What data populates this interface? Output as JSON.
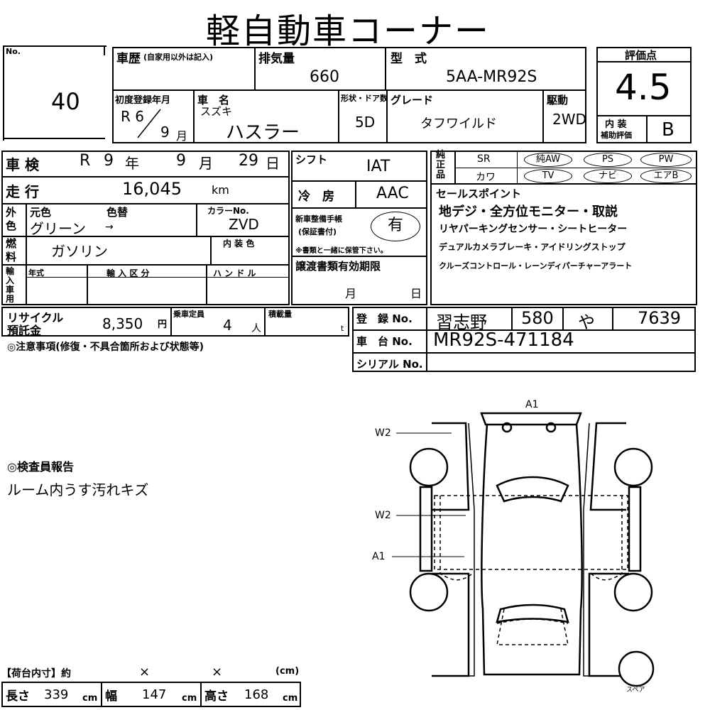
{
  "title": "軽自動車コーナー",
  "lot": {
    "no_label": "No.",
    "number": "40"
  },
  "history": {
    "label": "車歴",
    "note": "(自家用以外は記入)"
  },
  "displacement": {
    "label": "排気量",
    "value": "660"
  },
  "model_type": {
    "label": "型　式",
    "value": "5AA-MR92S"
  },
  "score": {
    "label": "評価点",
    "value": "4.5",
    "interior_label_1": "内 装",
    "interior_label_2": "補助評価",
    "interior_value": "B"
  },
  "first_reg": {
    "label": "初度登録年月",
    "era_year": "R 6",
    "month": "9",
    "month_unit": "月"
  },
  "car_name": {
    "label": "車　名",
    "maker": "スズキ",
    "model": "ハスラー"
  },
  "body": {
    "label": "形状・ドア数",
    "value": "5D"
  },
  "grade": {
    "label": "グレード",
    "value": "タフワイルド"
  },
  "drive": {
    "label": "駆動",
    "value": "2WD"
  },
  "inspection": {
    "label": "車 検",
    "era": "R",
    "year": "9",
    "year_unit": "年",
    "month": "9",
    "month_unit": "月",
    "day": "29",
    "day_unit": "日"
  },
  "mileage": {
    "label": "走 行",
    "value": "16,045",
    "unit": "km"
  },
  "color": {
    "outer_label": "外色",
    "original_label": "元色",
    "changed_label": "色替",
    "value": "グリーン",
    "arrow": "→",
    "code_label": "カラーNo.",
    "code": "ZVD"
  },
  "fuel": {
    "label": "燃料",
    "value": "ガソリン",
    "interior_color_label": "内 装 色"
  },
  "import": {
    "label": "輸入車用",
    "year_label": "年式",
    "category_label": "輸 入 区 分",
    "handle_label": "ハ ン ド ル"
  },
  "shift": {
    "label": "シフト",
    "value": "IAT"
  },
  "ac": {
    "label": "冷　房",
    "value": "AAC"
  },
  "manual": {
    "label_1": "新車整備手帳",
    "label_2": "(保証書付)",
    "value": "有",
    "note": "※書類と一緒に保管下さい。"
  },
  "transfer_docs": {
    "label": "譲渡書類有効期限",
    "month_unit": "月",
    "day_unit": "日"
  },
  "equipment": {
    "label": "純正品",
    "items": [
      "SR",
      "純AW",
      "PS",
      "PW",
      "カワ",
      "TV",
      "ナビ",
      "エアB"
    ]
  },
  "sales_points": {
    "label": "セールスポイント",
    "lines": [
      "地デジ・全方位モニター・取説",
      "リヤパーキングセンサー・シートヒーター",
      "デュアルカメラブレーキ・アイドリングストップ",
      "クルーズコントロール・レーンディパーチャーアラート"
    ]
  },
  "recycle": {
    "label_1": "リサイクル",
    "label_2": "預託金",
    "value": "8,350",
    "unit": "円"
  },
  "capacity": {
    "label": "乗車定員",
    "value": "4",
    "unit": "人"
  },
  "load": {
    "label": "積載量",
    "unit": "t"
  },
  "registration": {
    "label": "登　録 No.",
    "area": "習志野",
    "class": "580",
    "kana": "や",
    "number": "7639"
  },
  "chassis": {
    "label": "車　台 No.",
    "value": "MR92S-471184"
  },
  "serial": {
    "label": "シリアル No."
  },
  "notes_label": "◎注意事項(修復・不具合箇所および状態等)",
  "inspector": {
    "label": "◎検査員報告",
    "text": "ルーム内うす汚れキズ"
  },
  "diagram": {
    "top_label": "A1",
    "w2_top": "W2",
    "w2_mid": "W2",
    "a1_mid": "A1",
    "spare": "スペア"
  },
  "cargo": {
    "label": "【荷台内寸】約",
    "x1": "×",
    "x2": "×",
    "unit": "(cm)",
    "length_label": "長さ",
    "length": "339",
    "width_label": "幅",
    "width": "147",
    "height_label": "高さ",
    "height": "168",
    "cm": "cm"
  }
}
